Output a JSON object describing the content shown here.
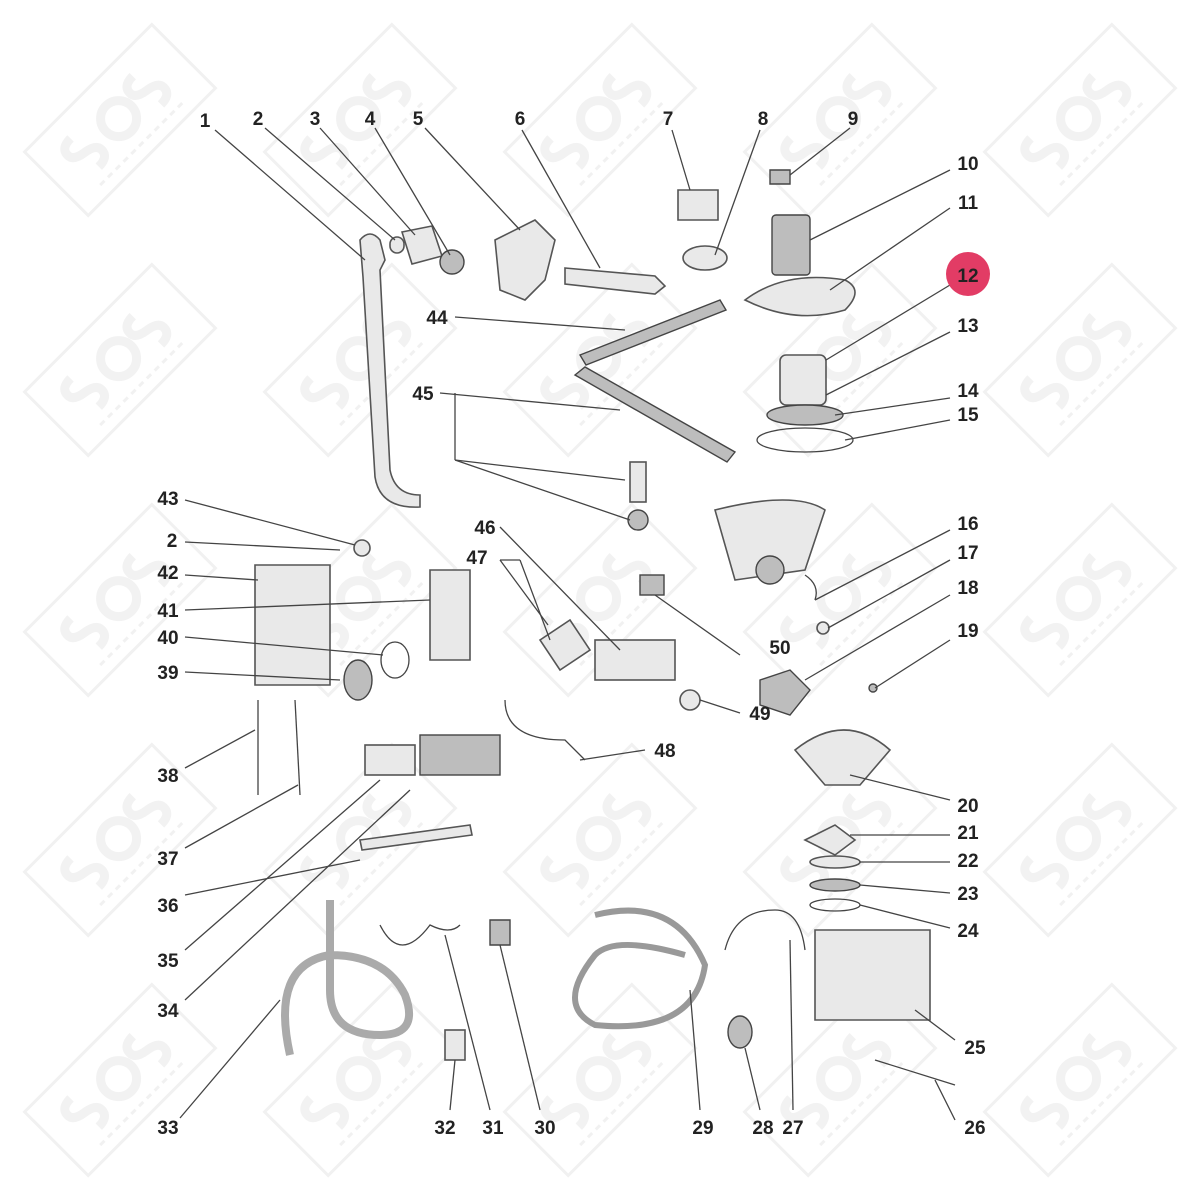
{
  "watermark": {
    "brand": "SOS",
    "sub": "ACCESSOIRES"
  },
  "highlight": {
    "label": "12",
    "color": "#e23c65"
  },
  "callouts": [
    "1",
    "2",
    "3",
    "4",
    "5",
    "6",
    "7",
    "8",
    "9",
    "10",
    "11",
    "12",
    "13",
    "14",
    "15",
    "16",
    "17",
    "18",
    "19",
    "20",
    "21",
    "22",
    "23",
    "24",
    "25",
    "26",
    "27",
    "28",
    "29",
    "30",
    "31",
    "32",
    "33",
    "34",
    "35",
    "36",
    "37",
    "38",
    "39",
    "40",
    "41",
    "42",
    "43",
    "2",
    "44",
    "45",
    "46",
    "47",
    "48",
    "49",
    "50"
  ]
}
